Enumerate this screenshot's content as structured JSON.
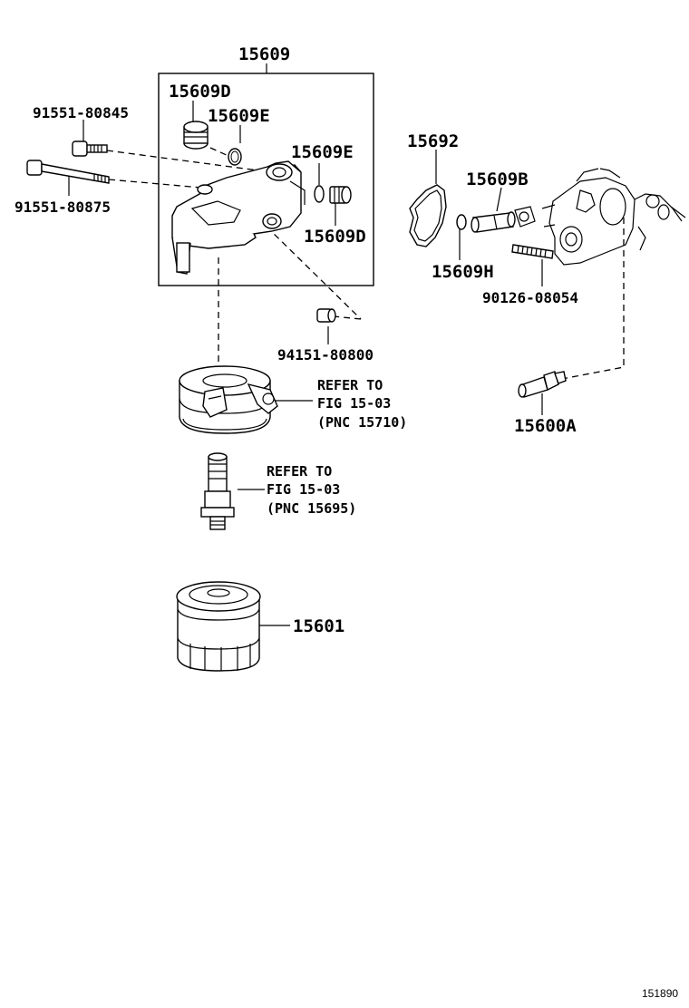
{
  "labels": {
    "assembly": "15609",
    "plug_d_top": "15609D",
    "gasket_e_top": "15609E",
    "gasket_e_right": "15609E",
    "plug_d_right": "15609D",
    "bolt_short": "91551-80845",
    "bolt_long": "91551-80875",
    "plug_lower": "94151-80800",
    "gasket_15692": "15692",
    "pipe_b": "15609B",
    "oring_h": "15609H",
    "stud": "90126-08054",
    "union": "15600A",
    "filter": "15601"
  },
  "refs": {
    "cooler": [
      "REFER TO",
      "FIG 15-03",
      "(PNC 15710)"
    ],
    "pipe": [
      "REFER TO",
      "FIG 15-03",
      "(PNC 15695)"
    ]
  },
  "figure_id": "151890"
}
